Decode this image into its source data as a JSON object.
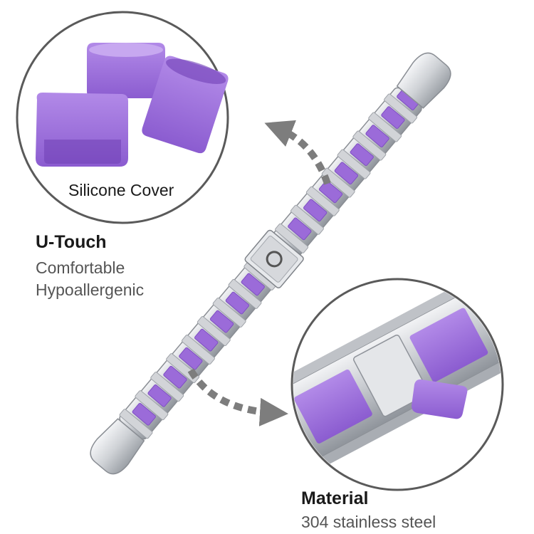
{
  "callouts": {
    "cover_caption": "Silicone Cover",
    "utouch": {
      "title": "U-Touch",
      "line1": "Comfortable",
      "line2": "Hypoallergenic"
    },
    "material": {
      "title": "Material",
      "line1": "304 stainless steel"
    }
  },
  "colors": {
    "purple": "#9b6bd9",
    "purple_dark": "#7f4fc3",
    "steel": "#d2d4d8",
    "steel_dark": "#9ea2a8",
    "arrow_gray": "#7d7d7d",
    "circle_border": "#5a5a5a",
    "text_dark": "#1a1a1a",
    "text_gray": "#555555"
  }
}
